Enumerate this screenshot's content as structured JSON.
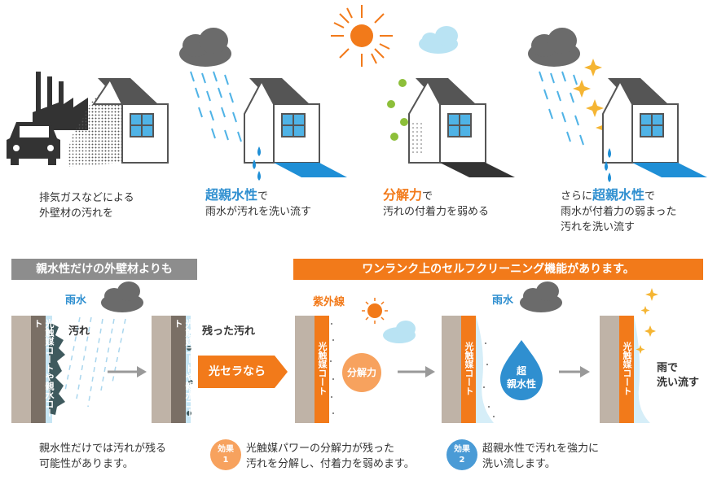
{
  "top": {
    "step1": {
      "line1": "排気ガスなどによる",
      "line2": "外壁材の汚れを"
    },
    "step2": {
      "highlight": "超親水性",
      "suffix": "で",
      "line2": "雨水が汚れを洗い流す"
    },
    "step3": {
      "highlight": "分解力",
      "suffix": "で",
      "line2": "汚れの付着力を弱める"
    },
    "step4": {
      "prefix": "さらに",
      "highlight": "超親水性",
      "suffix": "で",
      "line2": "雨水が付着力の弱まった",
      "line3": "汚れを洗い流す"
    }
  },
  "banners": {
    "left": "親水性だけの外壁材よりも",
    "right": "ワンランク上のセルフクリーニング機能があります。"
  },
  "bottom": {
    "rain_label_1": "雨水",
    "dirt_label": "汚れ",
    "wall_coat_text": "光触媒コートや親水コート",
    "remaining_dirt_label": "残った汚れ",
    "wall_coat_text_2": "光触媒コートや親水コート",
    "arrow_label": "光セラなら",
    "uv_label": "紫外線",
    "photocat_coat": "光触媒コート",
    "decompose": "分解力",
    "rain_label_2": "雨水",
    "photocat_coat_2": "光触媒コート",
    "superhydro": {
      "line1": "超",
      "line2": "親水性"
    },
    "photocat_coat_3": "光触媒コート",
    "wash_away": {
      "line1": "雨で",
      "line2": "洗い流す"
    },
    "caption_left": {
      "line1": "親水性だけでは汚れが残る",
      "line2": "可能性があります。"
    },
    "effect1": {
      "badge1": "効果",
      "badge2": "1",
      "line1": "光触媒パワーの分解力が残った",
      "line2": "汚れを分解し、付着力を弱めます。"
    },
    "effect2": {
      "badge1": "効果",
      "badge2": "2",
      "line1": "超親水性で汚れを強力に",
      "line2": "洗い流します。"
    }
  },
  "colors": {
    "orange": "#f27a1a",
    "blue": "#2f8fd0",
    "gray_banner": "#8d8d8d",
    "wall": "#bfb3a7",
    "house_roof": "#555555"
  }
}
